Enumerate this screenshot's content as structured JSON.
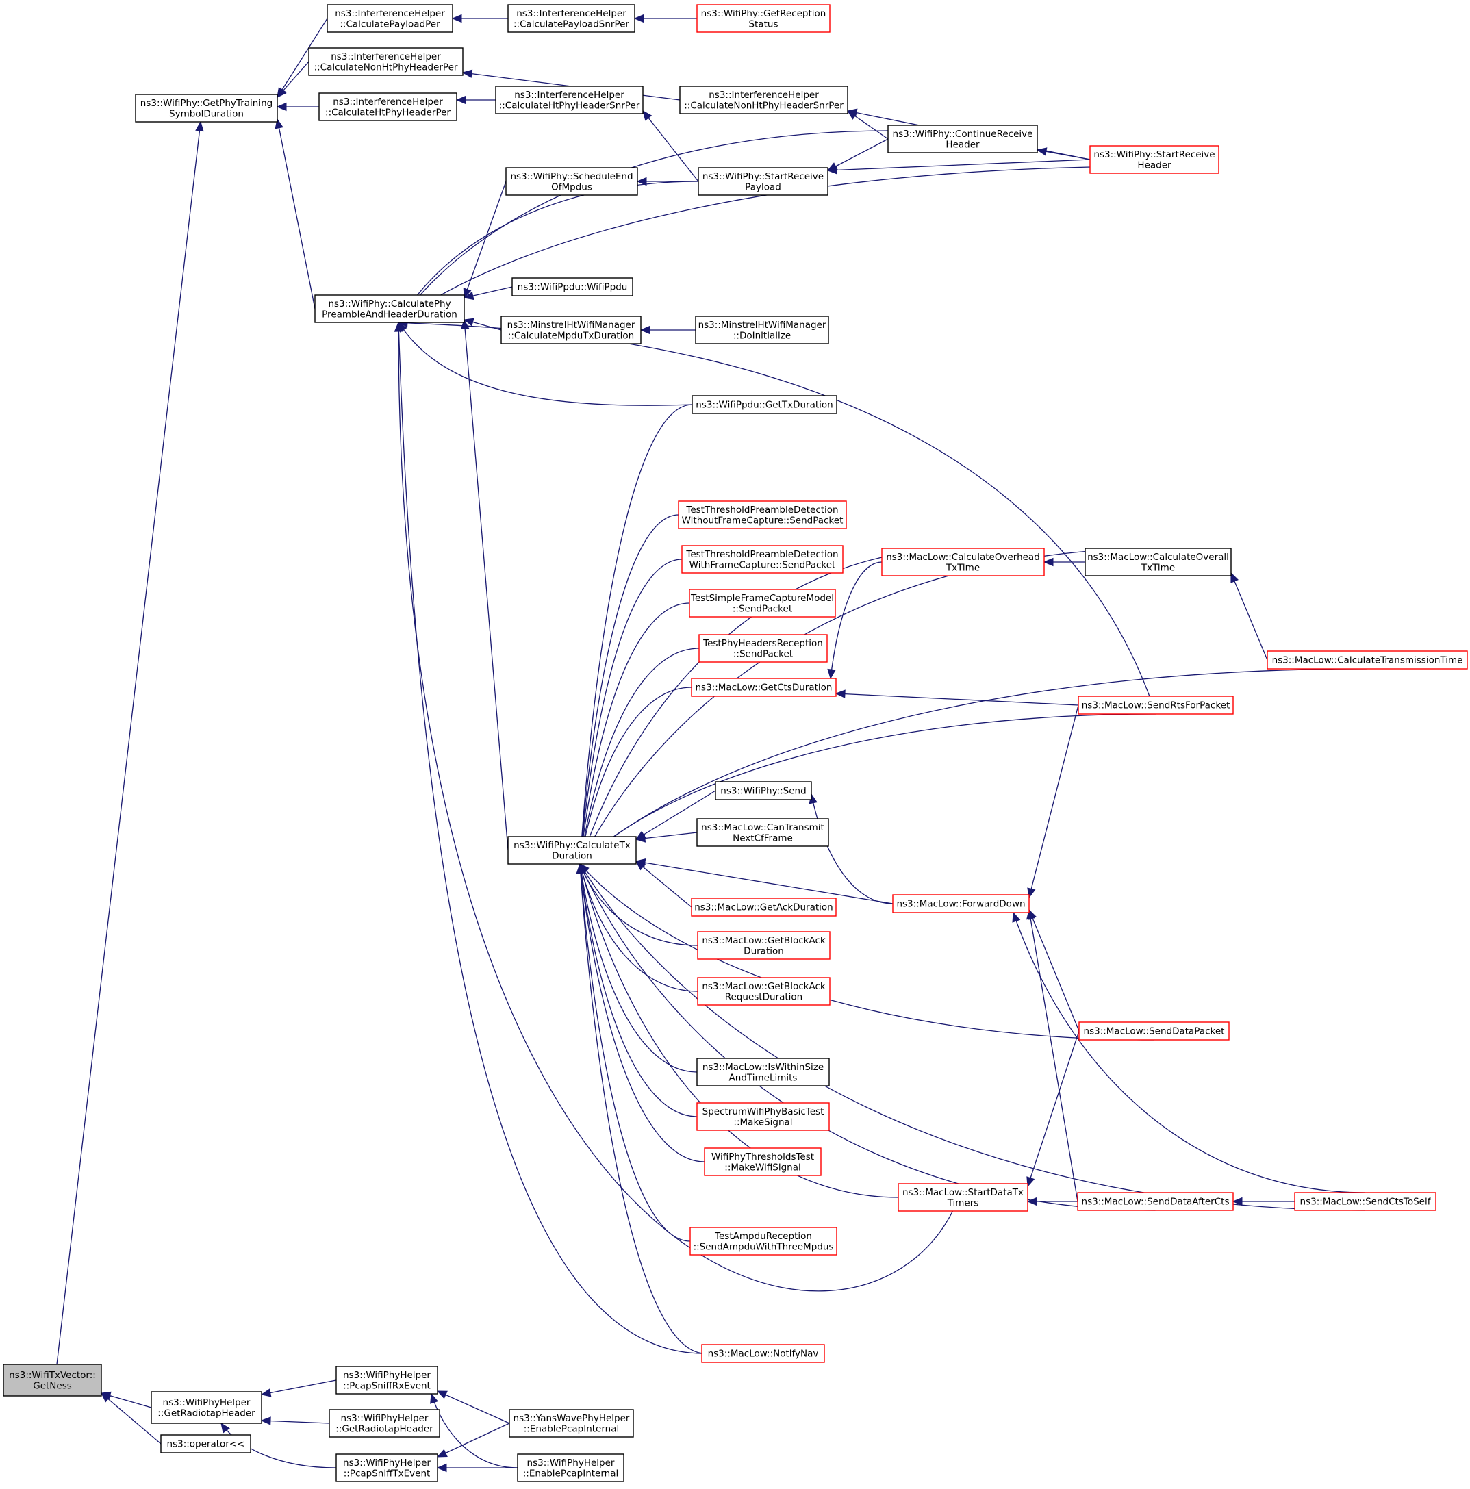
{
  "colors": {
    "edge": "#191970",
    "red_border": "#ff0000",
    "black_border": "#000000",
    "root_fill": "#bfbfbf"
  },
  "nodes": [
    {
      "id": "root",
      "lines": [
        "ns3::WifiTxVector::",
        "GetNess"
      ],
      "style": "gray"
    },
    {
      "id": "gptsd",
      "lines": [
        "ns3::WifiPhy::GetPhyTraining",
        "SymbolDuration"
      ],
      "style": "black"
    },
    {
      "id": "grh",
      "lines": [
        "ns3::WifiPhyHelper",
        "::GetRadiotapHeader"
      ],
      "style": "black"
    },
    {
      "id": "oplt",
      "lines": [
        "ns3::operator<<"
      ],
      "style": "black"
    },
    {
      "id": "ihcpp",
      "lines": [
        "ns3::InterferenceHelper",
        "::CalculatePayloadPer"
      ],
      "style": "black"
    },
    {
      "id": "ihcnhp",
      "lines": [
        "ns3::InterferenceHelper",
        "::CalculateNonHtPhyHeaderPer"
      ],
      "style": "black"
    },
    {
      "id": "ihchp",
      "lines": [
        "ns3::InterferenceHelper",
        "::CalculateHtPhyHeaderPer"
      ],
      "style": "black"
    },
    {
      "id": "cpahd",
      "lines": [
        "ns3::WifiPhy::CalculatePhy",
        "PreambleAndHeaderDuration"
      ],
      "style": "black"
    },
    {
      "id": "ihcpsp",
      "lines": [
        "ns3::InterferenceHelper",
        "::CalculatePayloadSnrPer"
      ],
      "style": "black"
    },
    {
      "id": "grs",
      "lines": [
        "ns3::WifiPhy::GetReception",
        "Status"
      ],
      "style": "red"
    },
    {
      "id": "ihchsp",
      "lines": [
        "ns3::InterferenceHelper",
        "::CalculateHtPhyHeaderSnrPer"
      ],
      "style": "black"
    },
    {
      "id": "ihcnhsp",
      "lines": [
        "ns3::InterferenceHelper",
        "::CalculateNonHtPhyHeaderSnrPer"
      ],
      "style": "black"
    },
    {
      "id": "crh",
      "lines": [
        "ns3::WifiPhy::ContinueReceive",
        "Header"
      ],
      "style": "black"
    },
    {
      "id": "srh",
      "lines": [
        "ns3::WifiPhy::StartReceive",
        "Header"
      ],
      "style": "red"
    },
    {
      "id": "seom",
      "lines": [
        "ns3::WifiPhy::ScheduleEnd",
        "OfMpdus"
      ],
      "style": "black"
    },
    {
      "id": "srp",
      "lines": [
        "ns3::WifiPhy::StartReceive",
        "Payload"
      ],
      "style": "black"
    },
    {
      "id": "ppdu",
      "lines": [
        "ns3::WifiPpdu::WifiPpdu"
      ],
      "style": "black"
    },
    {
      "id": "mhcmtd",
      "lines": [
        "ns3::MinstrelHtWifiManager",
        "::CalculateMpduTxDuration"
      ],
      "style": "black"
    },
    {
      "id": "mhdi",
      "lines": [
        "ns3::MinstrelHtWifiManager",
        "::DoInitialize"
      ],
      "style": "black"
    },
    {
      "id": "pgtd",
      "lines": [
        "ns3::WifiPpdu::GetTxDuration"
      ],
      "style": "black"
    },
    {
      "id": "ttpdwo",
      "lines": [
        "TestThresholdPreambleDetection",
        "WithoutFrameCapture::SendPacket"
      ],
      "style": "red"
    },
    {
      "id": "ttpdw",
      "lines": [
        "TestThresholdPreambleDetection",
        "WithFrameCapture::SendPacket"
      ],
      "style": "red"
    },
    {
      "id": "tsfcm",
      "lines": [
        "TestSimpleFrameCaptureModel",
        "::SendPacket"
      ],
      "style": "red"
    },
    {
      "id": "tphr",
      "lines": [
        "TestPhyHeadersReception",
        "::SendPacket"
      ],
      "style": "red"
    },
    {
      "id": "gcd",
      "lines": [
        "ns3::MacLow::GetCtsDuration"
      ],
      "style": "red"
    },
    {
      "id": "coht",
      "lines": [
        "ns3::MacLow::CalculateOverhead",
        "TxTime"
      ],
      "style": "red"
    },
    {
      "id": "cott",
      "lines": [
        "ns3::MacLow::CalculateOverall",
        "TxTime"
      ],
      "style": "black"
    },
    {
      "id": "ctt",
      "lines": [
        "ns3::MacLow::CalculateTransmissionTime"
      ],
      "style": "red"
    },
    {
      "id": "srfp",
      "lines": [
        "ns3::MacLow::SendRtsForPacket"
      ],
      "style": "red"
    },
    {
      "id": "wsend",
      "lines": [
        "ns3::WifiPhy::Send"
      ],
      "style": "black"
    },
    {
      "id": "ctd",
      "lines": [
        "ns3::WifiPhy::CalculateTx",
        "Duration"
      ],
      "style": "black"
    },
    {
      "id": "ctncf",
      "lines": [
        "ns3::MacLow::CanTransmit",
        "NextCfFrame"
      ],
      "style": "black"
    },
    {
      "id": "fd",
      "lines": [
        "ns3::MacLow::ForwardDown"
      ],
      "style": "red"
    },
    {
      "id": "gad",
      "lines": [
        "ns3::MacLow::GetAckDuration"
      ],
      "style": "red"
    },
    {
      "id": "gbad",
      "lines": [
        "ns3::MacLow::GetBlockAck",
        "Duration"
      ],
      "style": "red"
    },
    {
      "id": "gbard",
      "lines": [
        "ns3::MacLow::GetBlockAck",
        "RequestDuration"
      ],
      "style": "red"
    },
    {
      "id": "sdp",
      "lines": [
        "ns3::MacLow::SendDataPacket"
      ],
      "style": "red"
    },
    {
      "id": "iwstl",
      "lines": [
        "ns3::MacLow::IsWithinSize",
        "AndTimeLimits"
      ],
      "style": "black"
    },
    {
      "id": "swpbt",
      "lines": [
        "SpectrumWifiPhyBasicTest",
        "::MakeSignal"
      ],
      "style": "red"
    },
    {
      "id": "wptt",
      "lines": [
        "WifiPhyThresholdsTest",
        "::MakeWifiSignal"
      ],
      "style": "red"
    },
    {
      "id": "sdtt",
      "lines": [
        "ns3::MacLow::StartDataTx",
        "Timers"
      ],
      "style": "red"
    },
    {
      "id": "sdac",
      "lines": [
        "ns3::MacLow::SendDataAfterCts"
      ],
      "style": "red"
    },
    {
      "id": "scts",
      "lines": [
        "ns3::MacLow::SendCtsToSelf"
      ],
      "style": "red"
    },
    {
      "id": "tar",
      "lines": [
        "TestAmpduReception",
        "::SendAmpduWithThreeMpdus"
      ],
      "style": "red"
    },
    {
      "id": "nnav",
      "lines": [
        "ns3::MacLow::NotifyNav"
      ],
      "style": "red"
    },
    {
      "id": "psrx",
      "lines": [
        "ns3::WifiPhyHelper",
        "::PcapSniffRxEvent"
      ],
      "style": "black"
    },
    {
      "id": "grh2",
      "lines": [
        "ns3::WifiPhyHelper",
        "::GetRadiotapHeader"
      ],
      "style": "black"
    },
    {
      "id": "pstx",
      "lines": [
        "ns3::WifiPhyHelper",
        "::PcapSniffTxEvent"
      ],
      "style": "black"
    },
    {
      "id": "ywep",
      "lines": [
        "ns3::YansWavePhyHelper",
        "::EnablePcapInternal"
      ],
      "style": "black"
    },
    {
      "id": "wpep",
      "lines": [
        "ns3::WifiPhyHelper",
        "::EnablePcapInternal"
      ],
      "style": "black"
    }
  ]
}
